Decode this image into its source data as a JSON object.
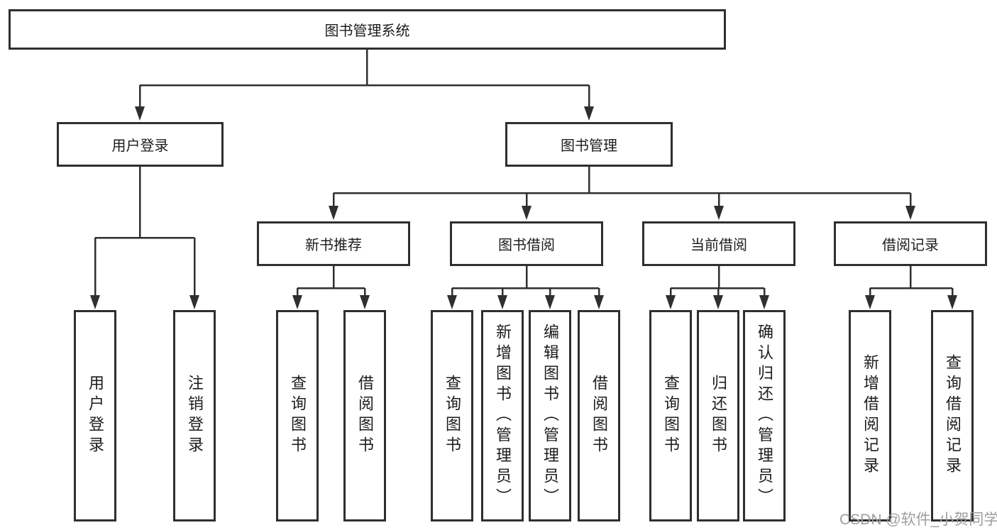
{
  "colors": {
    "line": "#2f2f2f",
    "box_border": "#2f2f2f",
    "text": "#1c1c1c",
    "watermark": "#9e9e9e",
    "background": "#ffffff"
  },
  "watermark": {
    "text": "CSDN @软件_小贺同学"
  },
  "tree": {
    "root": "图书管理系统",
    "children": [
      {
        "label": "用户登录",
        "children": [
          "用户登录",
          "注销登录"
        ]
      },
      {
        "label": "图书管理",
        "children": [
          {
            "label": "新书推荐",
            "children": [
              "查询图书",
              "借阅图书"
            ]
          },
          {
            "label": "图书借阅",
            "children": [
              "查询图书",
              "新增图书（管理员）",
              "编辑图书（管理员）",
              "借阅图书"
            ]
          },
          {
            "label": "当前借阅",
            "children": [
              "查询图书",
              "归还图书",
              "确认归还（管理员）"
            ]
          },
          {
            "label": "借阅记录",
            "children": [
              "新增借阅记录",
              "查询借阅记录"
            ]
          }
        ]
      }
    ]
  }
}
